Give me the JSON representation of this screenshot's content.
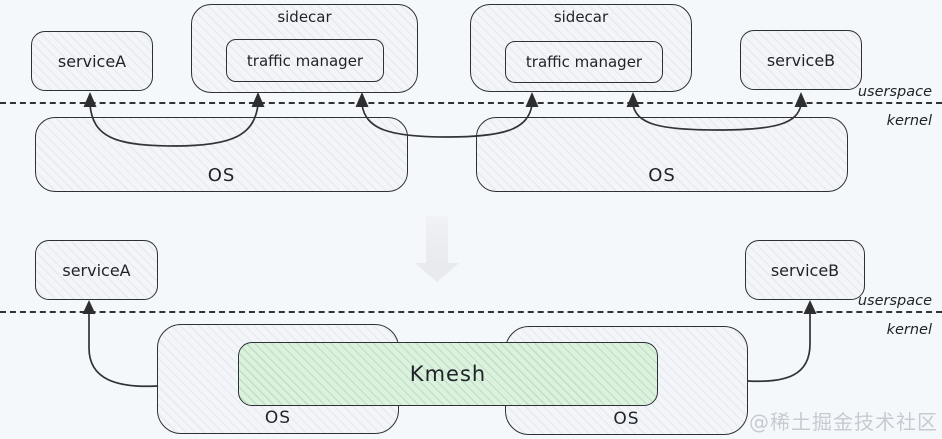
{
  "colors": {
    "background": "#f5f8fb",
    "box_fill": "#f3f5f9",
    "box_border": "#2e3135",
    "kmesh_fill": "#ddf1df",
    "line": "#313335",
    "transform_arrow": "#e8eaed",
    "watermark": "#c6cbd3"
  },
  "diagram": {
    "top": {
      "service_a": {
        "label": "serviceA"
      },
      "sidecar_left": {
        "label": "sidecar",
        "traffic_manager": "traffic manager"
      },
      "sidecar_right": {
        "label": "sidecar",
        "traffic_manager": "traffic manager"
      },
      "service_b": {
        "label": "serviceB"
      },
      "boundary": {
        "userspace": "userspace",
        "kernel": "kernel"
      },
      "os_left": {
        "label": "OS"
      },
      "os_right": {
        "label": "OS"
      }
    },
    "bottom": {
      "service_a": {
        "label": "serviceA"
      },
      "service_b": {
        "label": "serviceB"
      },
      "boundary": {
        "userspace": "userspace",
        "kernel": "kernel"
      },
      "kmesh": {
        "label": "Kmesh"
      },
      "os_left": {
        "label": "OS"
      },
      "os_right": {
        "label": "OS"
      }
    }
  },
  "watermark": {
    "text": "@稀土掘金技术社区"
  }
}
